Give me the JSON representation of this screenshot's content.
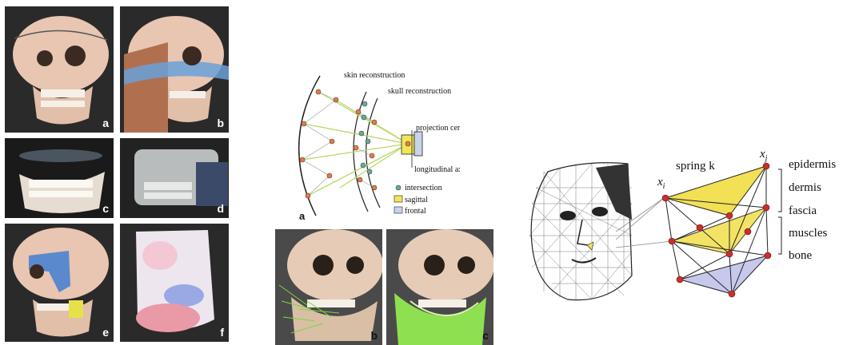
{
  "left_panels": {
    "a": "a",
    "b": "b",
    "c": "c",
    "d": "d",
    "e": "e",
    "f": "f"
  },
  "middle_diagram": {
    "label_a": "a",
    "skin": "skin reconstruction",
    "skull": "skull reconstruction",
    "projection": "projection center",
    "axis": "longitudinal axis",
    "legend": [
      "intersection",
      "sagittal",
      "frontal"
    ],
    "colors": {
      "intersection": "#6aa89a",
      "sagittal": "#f2e55a",
      "frontal": "#c9d3ea",
      "lines": "#b8d96b",
      "points": "#e07b4a"
    }
  },
  "middle_bottom": {
    "b": "b",
    "c": "c"
  },
  "right_diagram": {
    "spring": "spring k",
    "xi": "x",
    "xi_sub": "i",
    "xj": "x",
    "xj_sub": "j",
    "layers": [
      "epidermis",
      "dermis",
      "fascia",
      "muscles",
      "bone"
    ],
    "colors": {
      "top": "#f2e055",
      "bottom": "#c6c8ec",
      "node": "#c8302a"
    }
  }
}
